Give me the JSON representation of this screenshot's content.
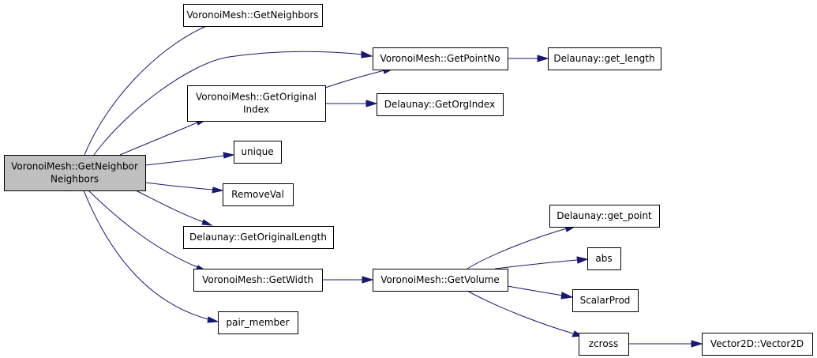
{
  "graph": {
    "nodes": [
      {
        "id": "root",
        "lines": [
          "VoronoiMesh::GetNeighbor",
          "Neighbors"
        ],
        "root": true
      },
      {
        "id": "get_neighbors",
        "lines": [
          "VoronoiMesh::GetNeighbors"
        ]
      },
      {
        "id": "get_point_no",
        "lines": [
          "VoronoiMesh::GetPointNo"
        ]
      },
      {
        "id": "delaunay_get_length",
        "lines": [
          "Delaunay::get_length"
        ]
      },
      {
        "id": "get_original_index",
        "lines": [
          "VoronoiMesh::GetOriginal",
          "Index"
        ]
      },
      {
        "id": "get_org_index",
        "lines": [
          "Delaunay::GetOrgIndex"
        ]
      },
      {
        "id": "unique",
        "lines": [
          "unique"
        ]
      },
      {
        "id": "remove_val",
        "lines": [
          "RemoveVal"
        ]
      },
      {
        "id": "get_original_length",
        "lines": [
          "Delaunay::GetOriginalLength"
        ]
      },
      {
        "id": "get_width",
        "lines": [
          "VoronoiMesh::GetWidth"
        ]
      },
      {
        "id": "get_volume",
        "lines": [
          "VoronoiMesh::GetVolume"
        ]
      },
      {
        "id": "delaunay_get_point",
        "lines": [
          "Delaunay::get_point"
        ]
      },
      {
        "id": "abs",
        "lines": [
          "abs"
        ]
      },
      {
        "id": "scalar_prod",
        "lines": [
          "ScalarProd"
        ]
      },
      {
        "id": "zcross",
        "lines": [
          "zcross"
        ]
      },
      {
        "id": "vector2d",
        "lines": [
          "Vector2D::Vector2D"
        ]
      },
      {
        "id": "pair_member",
        "lines": [
          "pair_member"
        ]
      }
    ],
    "edges": [
      [
        "root",
        "get_neighbors"
      ],
      [
        "root",
        "get_point_no"
      ],
      [
        "root",
        "get_original_index"
      ],
      [
        "root",
        "unique"
      ],
      [
        "root",
        "remove_val"
      ],
      [
        "root",
        "get_original_length"
      ],
      [
        "root",
        "get_width"
      ],
      [
        "root",
        "pair_member"
      ],
      [
        "get_point_no",
        "delaunay_get_length"
      ],
      [
        "get_original_index",
        "get_point_no"
      ],
      [
        "get_original_index",
        "get_org_index"
      ],
      [
        "get_width",
        "get_volume"
      ],
      [
        "get_volume",
        "delaunay_get_point"
      ],
      [
        "get_volume",
        "abs"
      ],
      [
        "get_volume",
        "scalar_prod"
      ],
      [
        "get_volume",
        "zcross"
      ],
      [
        "zcross",
        "vector2d"
      ]
    ],
    "colors": {
      "edge": "#191970",
      "root_fill": "#bfbfbf",
      "node_fill": "#ffffff",
      "border": "#000000"
    }
  }
}
